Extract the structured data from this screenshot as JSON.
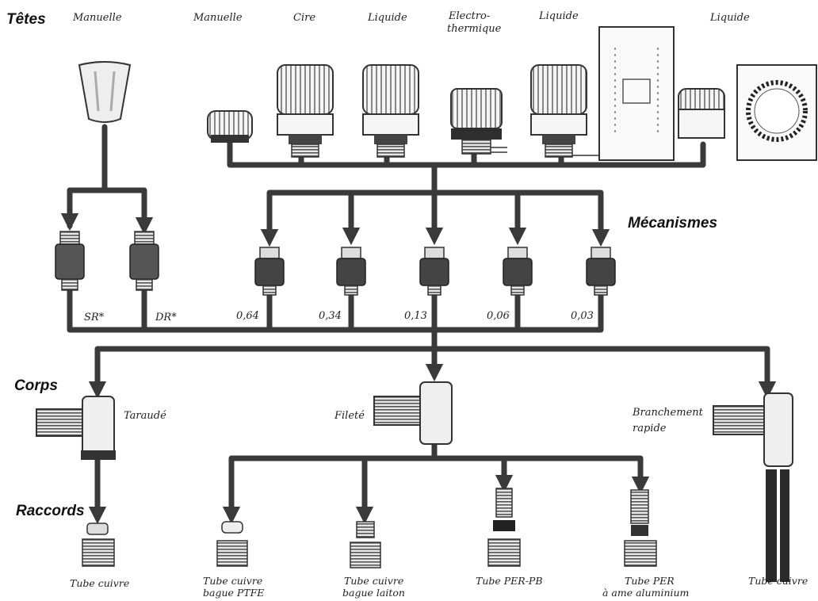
{
  "sections": {
    "tetes": "Têtes",
    "mecanismes": "Mécanismes",
    "corps": "Corps",
    "raccords": "Raccords"
  },
  "heads": [
    "Manuelle",
    "Manuelle",
    "Cire",
    "Liquide",
    "Electro-",
    "thermique",
    "Liquide",
    "Liquide"
  ],
  "mechanisms": {
    "sr": "SR*",
    "dr": "DR*",
    "values": [
      "0,64",
      "0,34",
      "0,13",
      "0,06",
      "0,03"
    ]
  },
  "bodies": [
    "Taraudé",
    "Fileté",
    "Branchement",
    "rapide"
  ],
  "fittings": [
    "Tube cuivre",
    "Tube cuivre",
    "bague PTFE",
    "Tube cuivre",
    "bague laiton",
    "Tube PER-PB",
    "Tube PER",
    "à ame aluminium",
    "Tube cuivre"
  ]
}
